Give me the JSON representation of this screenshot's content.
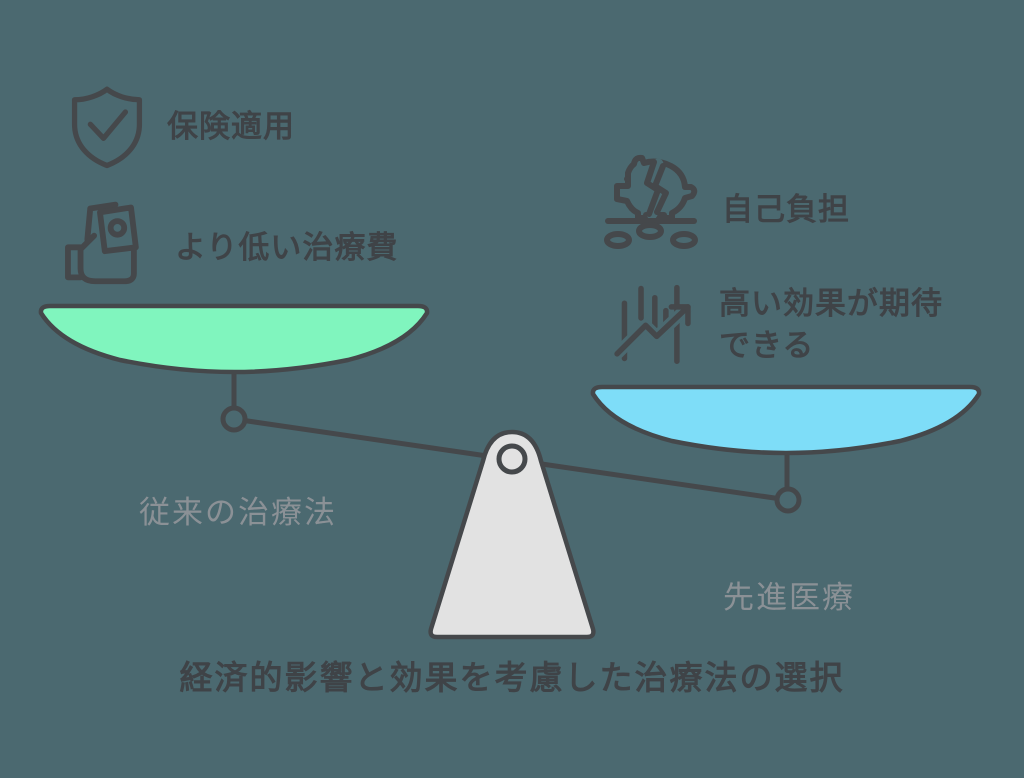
{
  "theme": {
    "background": "#4B6970",
    "stroke": "#45484B",
    "text_dark": "#3F4347",
    "text_muted": "#8B9196",
    "pan_left_fill": "#80F5BE",
    "pan_right_fill": "#7EDDF8",
    "fulcrum_fill": "#E2E2E2"
  },
  "left_side": {
    "items": [
      {
        "icon": "shield-check-icon",
        "label": "保険適用"
      },
      {
        "icon": "hand-money-icon",
        "label": "より低い治療費"
      }
    ],
    "pan_label": "従来の治療法"
  },
  "right_side": {
    "items": [
      {
        "icon": "broken-piggy-bank-icon",
        "label": "自己負担"
      },
      {
        "icon": "growth-chart-icon",
        "label": "高い効果が期待できる"
      }
    ],
    "pan_label": "先進医療"
  },
  "caption": "経済的影響と効果を考慮した治療法の選択"
}
